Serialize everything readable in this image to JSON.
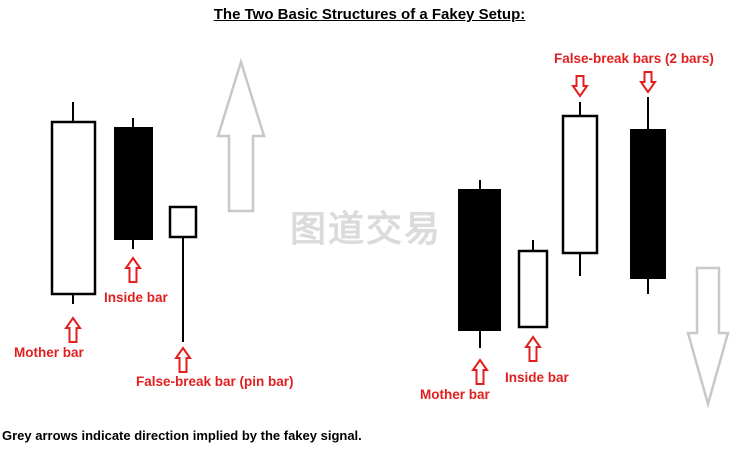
{
  "title": "The Two Basic Structures of a Fakey Setup:",
  "caption": "Grey arrows indicate direction implied by the fakey signal.",
  "watermark": "图道交易",
  "colors": {
    "label": "#e02020",
    "candle": "#000000",
    "grey_arrow": "#c8c8c8"
  },
  "left_structure": {
    "mother_label": "Mother bar",
    "inside_label": "Inside bar",
    "false_break_label": "False-break bar (pin bar)"
  },
  "right_structure": {
    "false_break_label": "False-break bars (2 bars)",
    "mother_label": "Mother bar",
    "inside_label": "Inside bar"
  }
}
